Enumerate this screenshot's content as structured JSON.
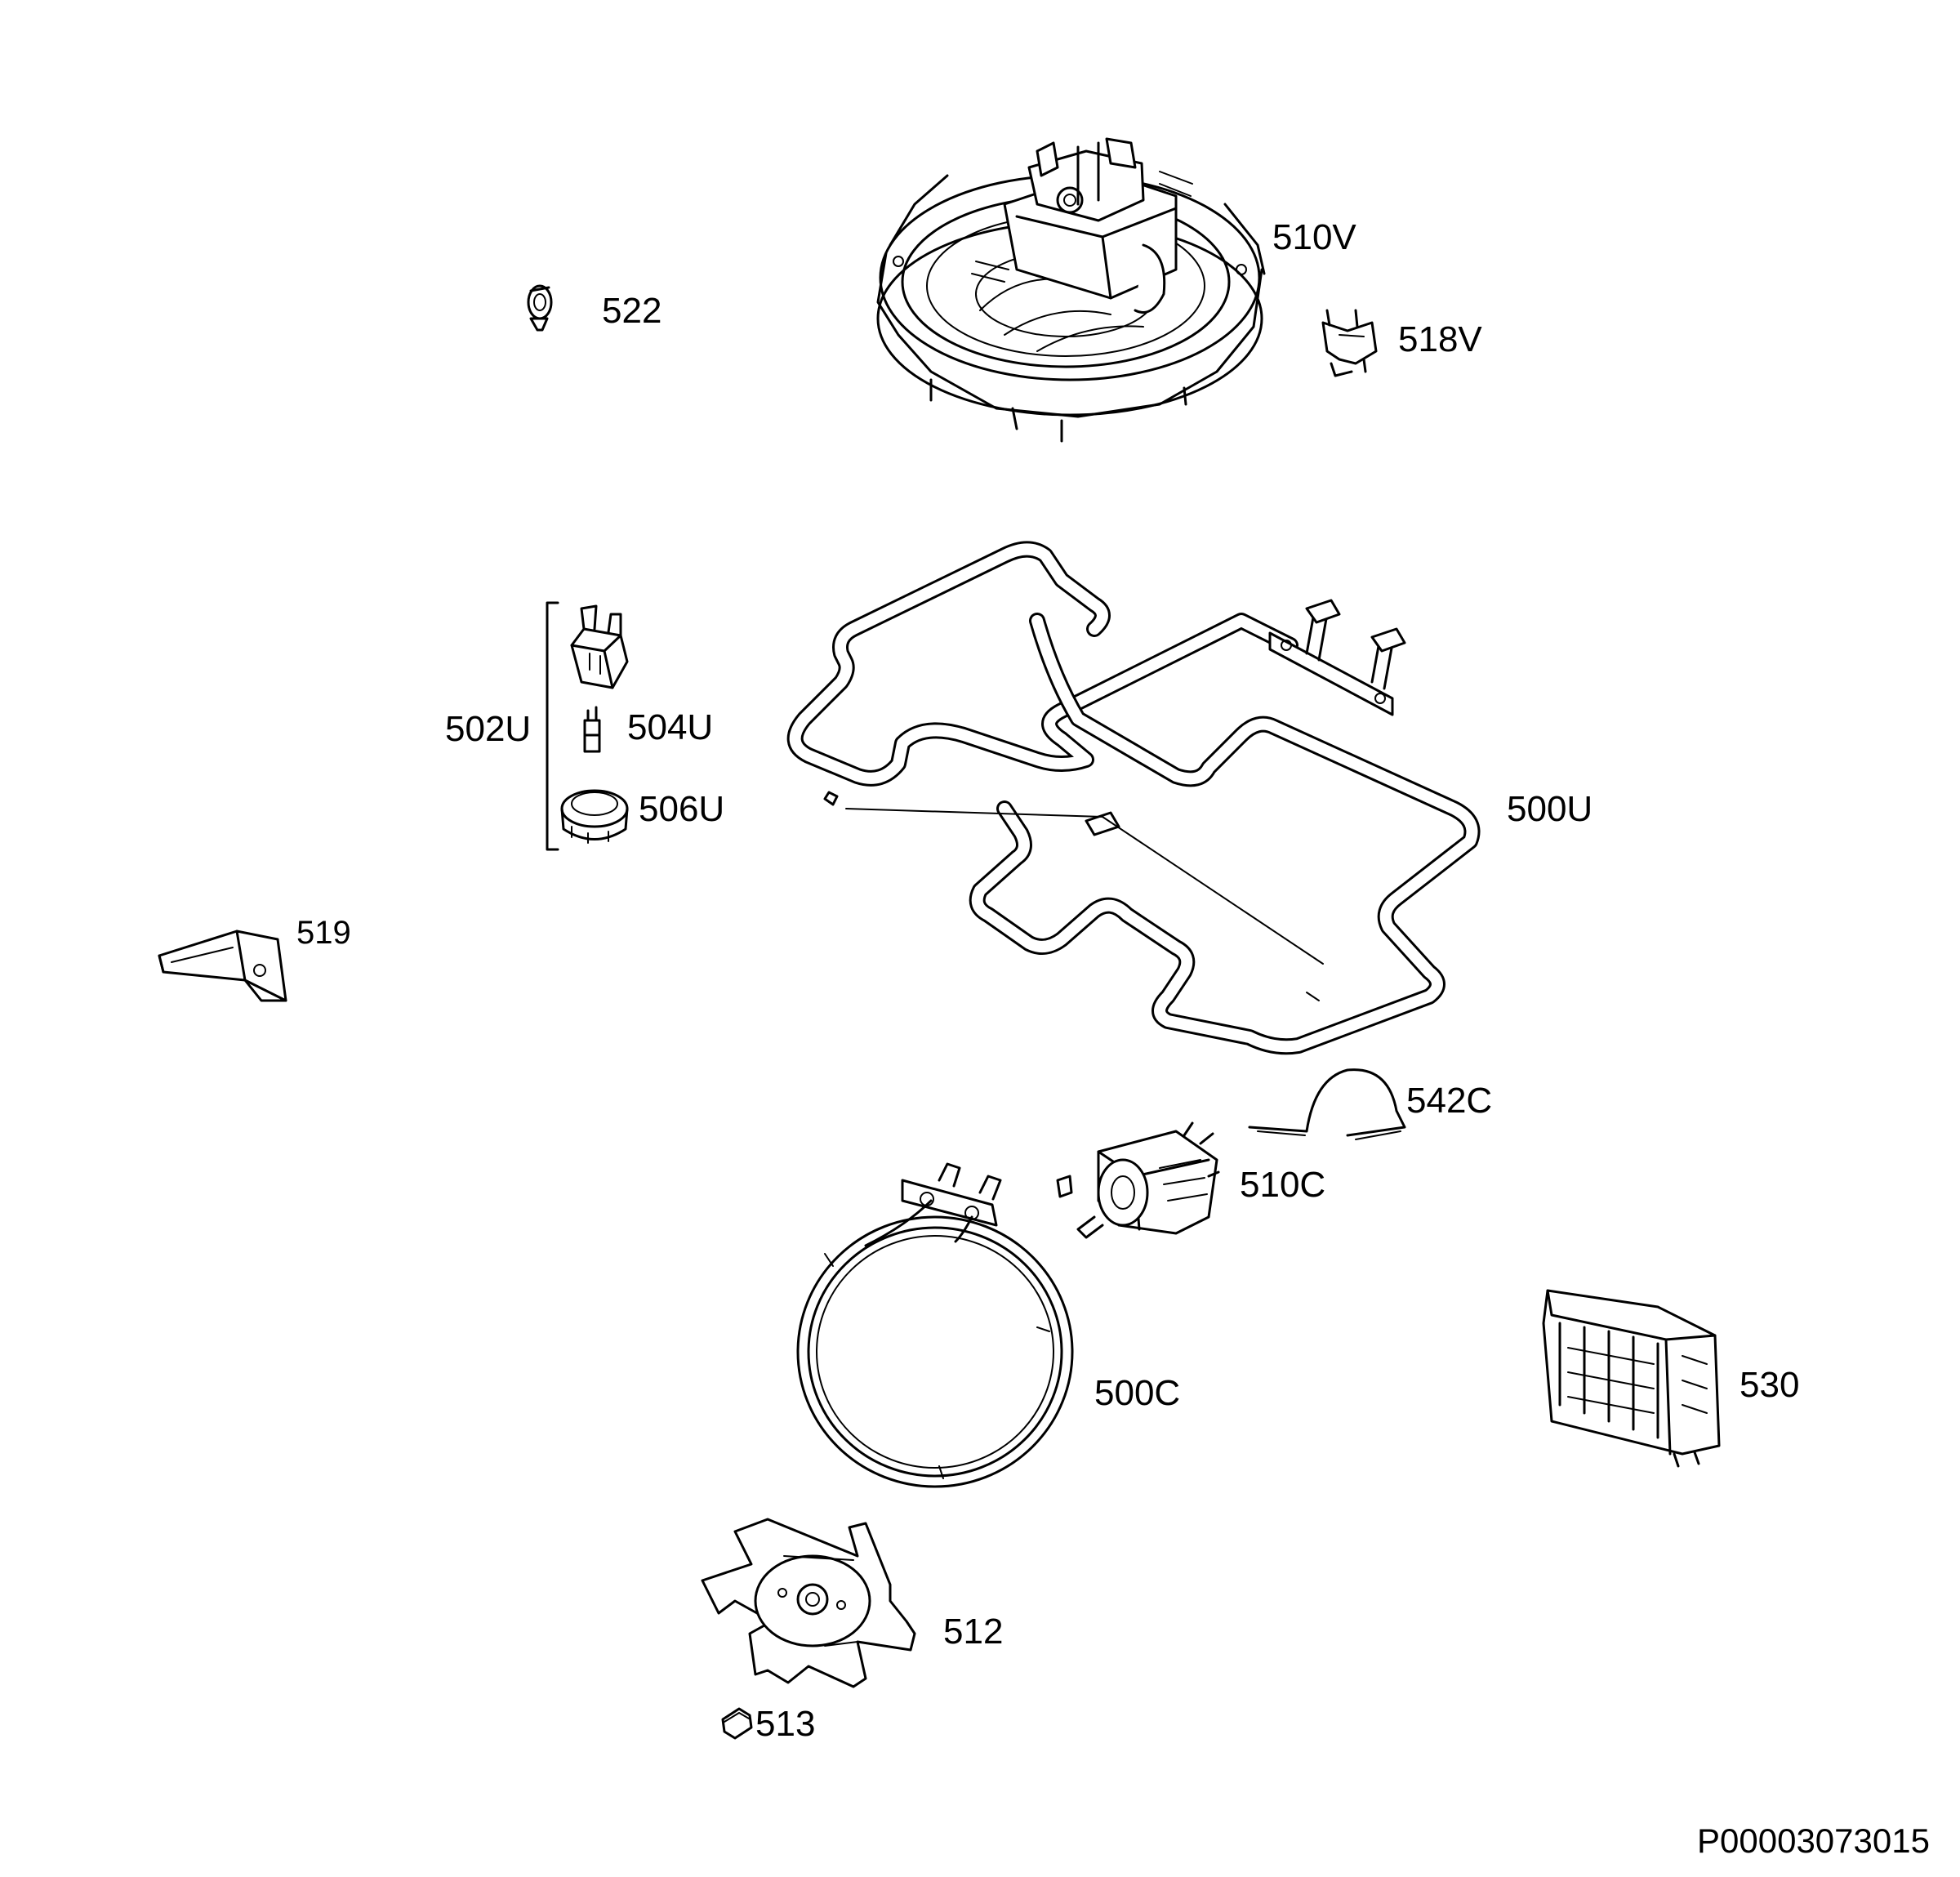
{
  "labels": {
    "p522": "522",
    "p510V": "510V",
    "p518V": "518V",
    "p502U": "502U",
    "p504U": "504U",
    "p506U": "506U",
    "p500U": "500U",
    "p519": "519",
    "p542C": "542C",
    "p510C": "510C",
    "p500C": "500C",
    "p530": "530",
    "p512": "512",
    "p513": "513"
  },
  "document_code": "P00003073015"
}
